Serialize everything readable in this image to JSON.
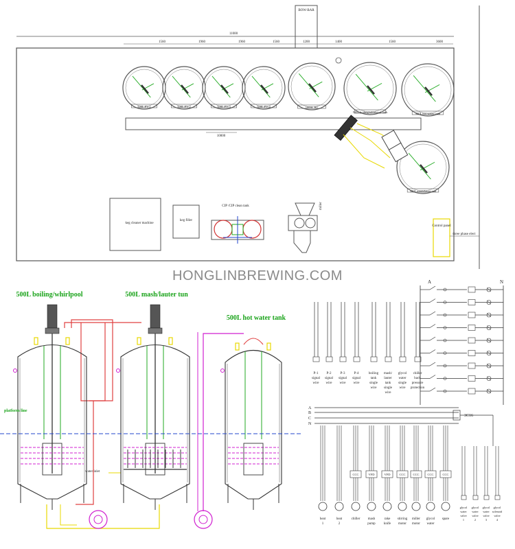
{
  "watermark": "HONGLINBREWING.COM",
  "floor_plan": {
    "room_width_label": "11000",
    "segment_labels": [
      "1560",
      "1960",
      "1960",
      "1560",
      "1200",
      "1400",
      "1560",
      "3600"
    ],
    "chimney_label": "BOW-BAR",
    "tanks": [
      {
        "label": "500L FV-1"
      },
      {
        "label": "500L FV-2"
      },
      {
        "label": "500L FV-3"
      },
      {
        "label": "500L FV-4"
      },
      {
        "label": "1000L BT"
      },
      {
        "label": "500L boiling/whirlpool tank"
      },
      {
        "label": "500L hot water tank"
      },
      {
        "label": "500L mash/lauter tun"
      }
    ],
    "platform_label": "10000",
    "keg_washer": "keg cleaner machine",
    "keg_filler": "keg filler",
    "cip_label": "CIP /CIP clean tank",
    "mill_label": "miller",
    "control_panel": "Control panel",
    "power_label": "three phase elect"
  },
  "brewhouse": {
    "tank1_title": "500L boiling/whirlpool",
    "tank2_title": "500L mash/lauter tun",
    "tank3_title": "500L hot water tank",
    "platform_line": "platform line",
    "water_inlet": "water inlet"
  },
  "electrical": {
    "phase_top_labels": [
      "A",
      "N"
    ],
    "phase_labels": [
      "A",
      "B",
      "C",
      "N"
    ],
    "signal_labels": [
      "P-1 signal wire",
      "P-2 signal wire",
      "P-3 signal wire",
      "P-4 signal wire",
      "boiling tank single wire",
      "mash/ lauter tank single wire",
      "glycol water single wire",
      "chiller back pressure protection"
    ],
    "motor_labels": [
      "heat 1",
      "heat 2",
      "chiller",
      "mash pump",
      "rake knife",
      "stirring motor",
      "miller motor",
      "glycol water",
      "spare"
    ],
    "valve_labels": [
      "glycol water valve 1",
      "glycol water valve 2",
      "glycol water valve 3",
      "glycol solenoid valve 4"
    ],
    "vfd_label": "VFD",
    "main_breaker": "3C16"
  },
  "colors": {
    "line": "#333333",
    "green": "#22aa22",
    "magenta": "#d01fd0",
    "red": "#e04040",
    "yellow": "#e8d800",
    "blue": "#2244cc"
  }
}
